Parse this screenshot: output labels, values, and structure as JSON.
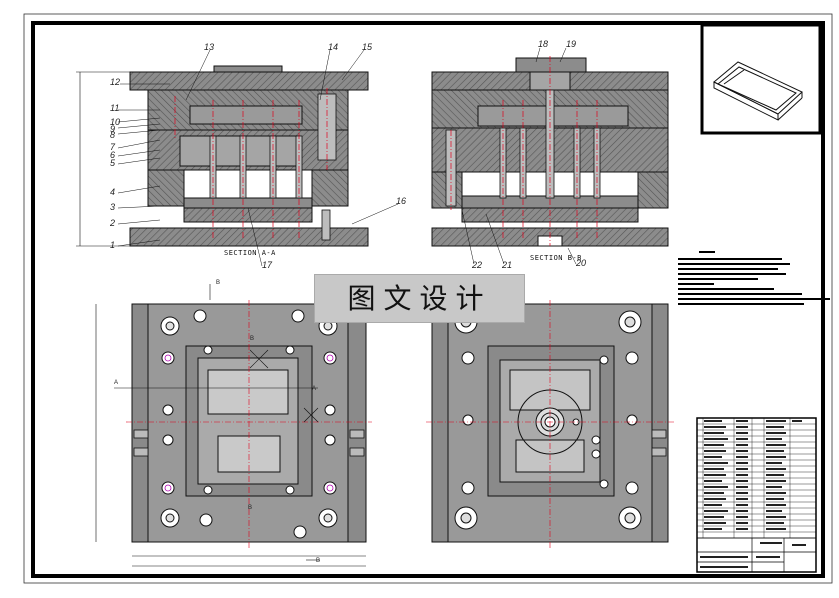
{
  "drawing": {
    "section_labels": [
      "SECTION A-A",
      "SECTION B-B"
    ],
    "part_numbers": [
      "1",
      "2",
      "3",
      "4",
      "5",
      "6",
      "7",
      "8",
      "9",
      "10",
      "11",
      "12",
      "13",
      "14",
      "15",
      "16",
      "17",
      "18",
      "19",
      "20",
      "21",
      "22"
    ],
    "section_markers": [
      "A",
      "A",
      "B",
      "B",
      "B",
      "B"
    ],
    "watermark": "图文设计"
  },
  "colors": {
    "line": "#1a1a1a",
    "fill": "#8a8a8a",
    "dark_fill": "#6c6c6c",
    "hatch": "#555555",
    "center_line": "#e0001a",
    "watermark_bg": "#c8c8c8",
    "highlight": "#b000b0"
  }
}
